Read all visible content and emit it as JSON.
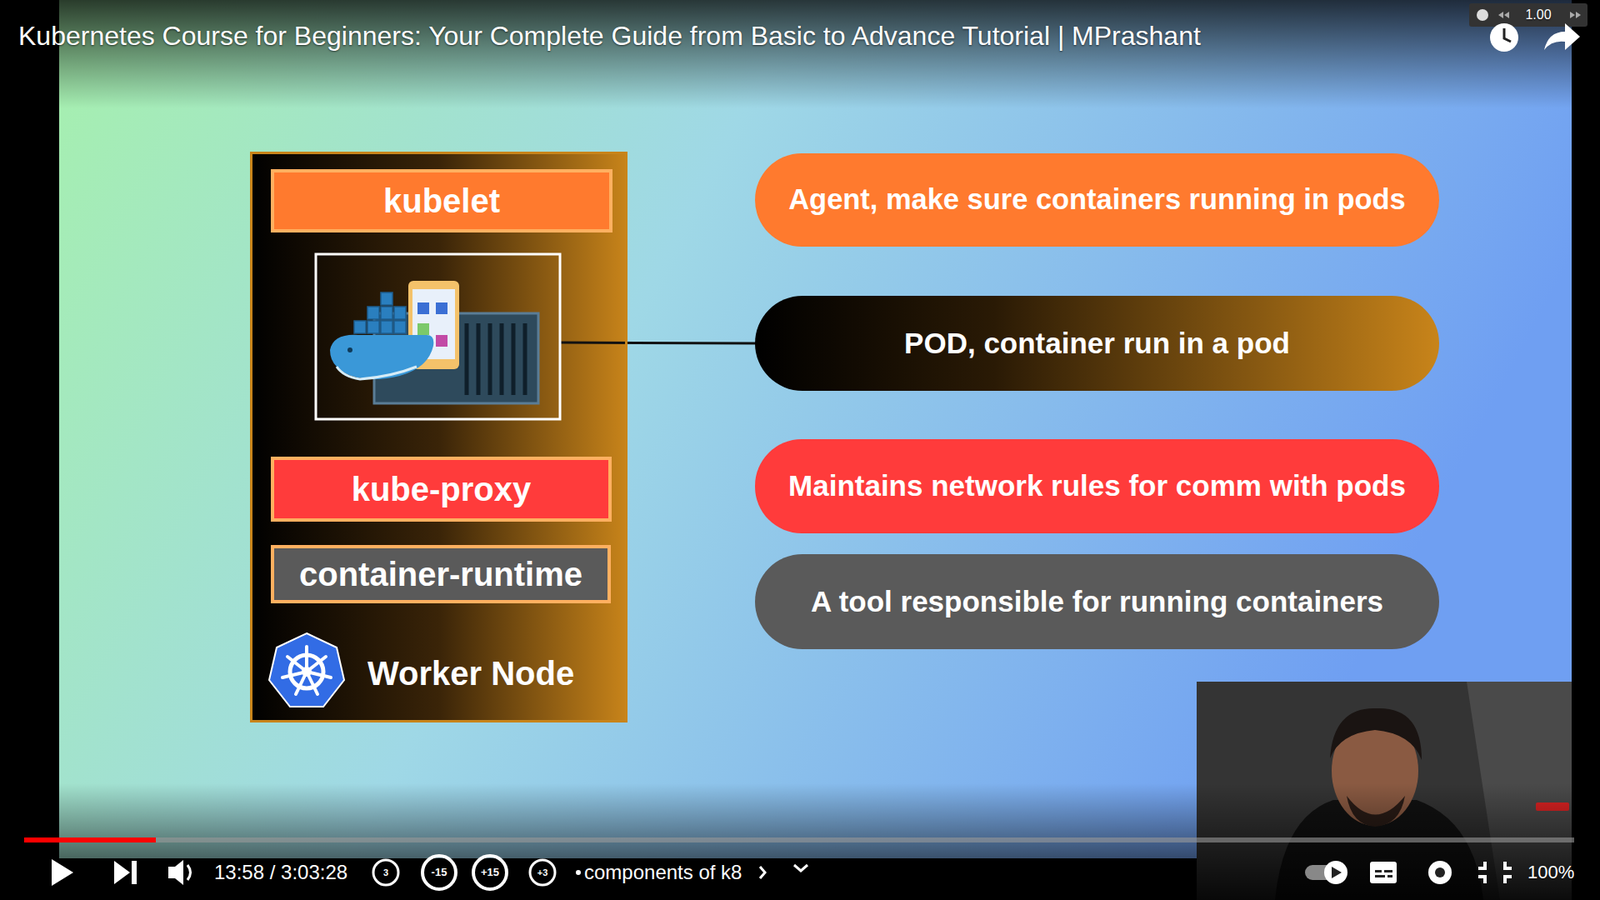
{
  "diagram": {
    "nodes": [
      {
        "text": [
          "Worker Node"
        ]
      },
      {
        "text": [
          "kubelet"
        ],
        "in": 0
      },
      {
        "text": [
          "kube-proxy"
        ],
        "in": 0
      },
      {
        "text": [
          "container-runtime"
        ],
        "in": 0
      },
      {
        "text": [
          "Agent, make sure containers running in pods"
        ]
      },
      {
        "text": [
          "POD, container run in a pod"
        ]
      },
      {
        "text": [
          "Maintains network rules for comm with pods"
        ]
      },
      {
        "text": [
          "A tool responsible for running containers"
        ]
      }
    ],
    "labels": [
      "Kubernetes Course for Beginners: Your Complete Guide from Basic to Advance Tutorial | MPrashant",
      "1.00",
      "13:58 / 3:03:28",
      "3",
      "-15",
      "+15",
      "+3",
      "components of k8",
      "100%"
    ]
  }
}
